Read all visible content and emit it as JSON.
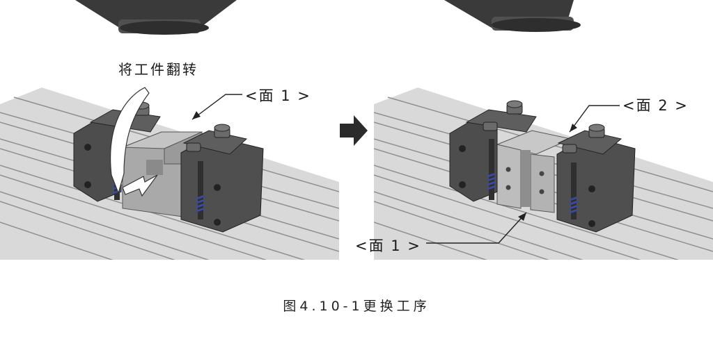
{
  "labels": {
    "flip_instruction": "将工件翻转",
    "left_face_1": "<面 1 >",
    "right_face_2": "<面 2 >",
    "right_face_1": "<面 1 >"
  },
  "caption": "图4.10-1更换工序",
  "colors": {
    "rail": "#d6d6d6",
    "rail_groove": "#aeaeae",
    "block": "#b4b4b4",
    "clamp": "#4a4a4a",
    "spring": "#3b4a9a",
    "arrow": "#2b2b2b"
  }
}
